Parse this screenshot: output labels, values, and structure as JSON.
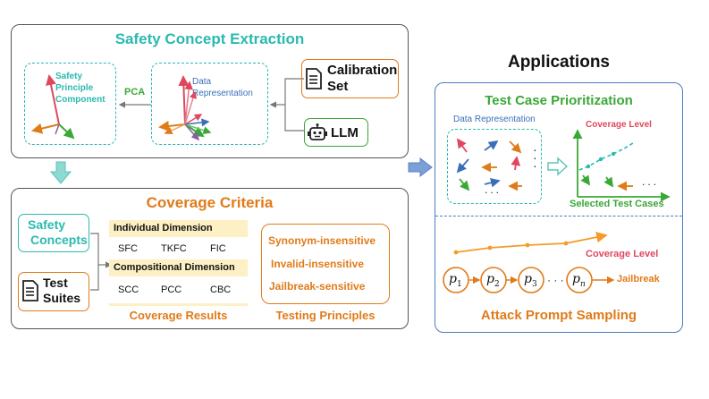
{
  "extraction": {
    "title": "Safety Concept Extraction",
    "safety_principle_component": [
      "Safety",
      "Principle",
      "Component"
    ],
    "pca_label": "PCA",
    "data_representation": [
      "Data",
      "Representation"
    ],
    "calibration_set": [
      "Calibration",
      "Set"
    ],
    "llm_label": "LLM"
  },
  "coverage": {
    "title": "Coverage Criteria",
    "safety_concepts": [
      "Safety",
      "Concepts"
    ],
    "test_suites": [
      "Test",
      "Suites"
    ],
    "individual_dimension": "Individual Dimension",
    "individual_metrics": [
      "SFC",
      "TKFC",
      "FIC"
    ],
    "compositional_dimension": "Compositional Dimension",
    "compositional_metrics": [
      "SCC",
      "PCC",
      "CBC"
    ],
    "coverage_results": "Coverage Results",
    "principles": [
      "Synonym-insensitive",
      "Invalid-insensitive",
      "Jailbreak-sensitive"
    ],
    "testing_principles": "Testing Principles"
  },
  "applications": {
    "title": "Applications",
    "prioritization": {
      "title": "Test Case Prioritization",
      "data_representation": "Data Representation",
      "ellipsis": "...",
      "coverage_level": "Coverage Level",
      "selected_test_cases": "Selected Test Cases"
    },
    "sampling": {
      "title": "Attack Prompt Sampling",
      "coverage_level": "Coverage Level",
      "prompts": [
        "p",
        "p",
        "p",
        "p"
      ],
      "subscripts": [
        "1",
        "2",
        "3",
        "n"
      ],
      "dots": "· · ·",
      "jailbreak": "Jailbreak"
    }
  },
  "colors": {
    "teal": "#2bb9b0",
    "orange": "#e07b1a",
    "green": "#3aa836",
    "blue": "#3a6fb8",
    "red": "#e0475e",
    "panel_border": "#555555",
    "app_border": "#4a7cc0"
  }
}
